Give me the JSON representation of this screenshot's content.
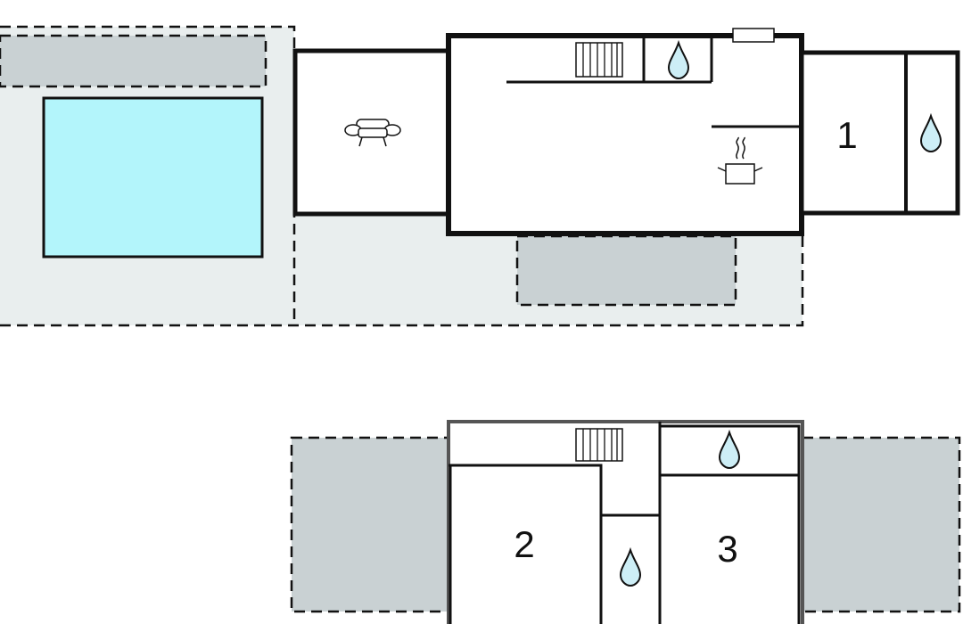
{
  "floor_plan": {
    "ground_floor": {
      "bedroom_label": "1"
    },
    "upper_floor": {
      "bedroom_2_label": "2",
      "bedroom_3_label": "3"
    }
  },
  "colors": {
    "terrace": "#e9eeee",
    "covered_area": "#c9d1d3",
    "pool": "#b3f5fb",
    "water_drop": "#cdeef6",
    "wall": "#111111",
    "outer_wall_upper": "#555555"
  },
  "icons": [
    "sofa-icon",
    "stove-pot-icon",
    "radiator-icon",
    "water-drop-icon"
  ]
}
